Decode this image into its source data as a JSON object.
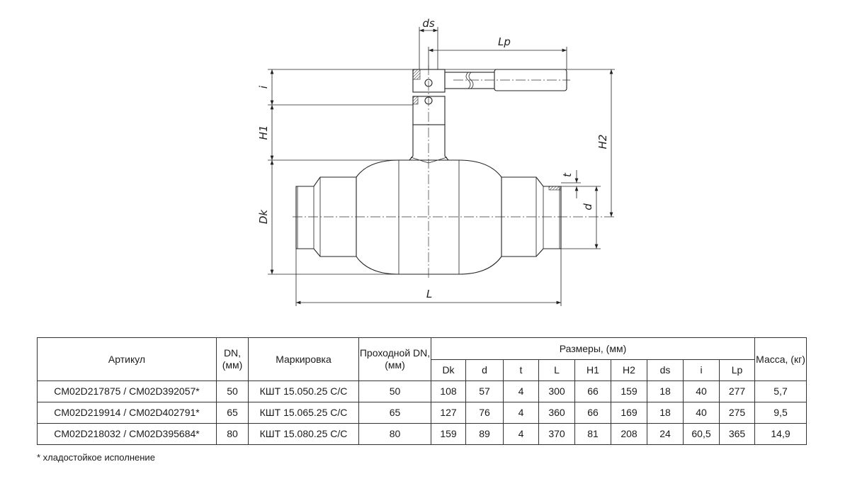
{
  "drawing": {
    "labels": {
      "ds": "ds",
      "lp": "Lp",
      "i": "i",
      "h1": "H1",
      "h2": "H2",
      "dk": "Dk",
      "t": "t",
      "d": "d",
      "l": "L"
    }
  },
  "table": {
    "headers": {
      "article": "Артикул",
      "dn": "DN, (мм)",
      "marking": "Маркировка",
      "bore_dn": "Проходной DN, (мм)",
      "dimensions": "Размеры, (мм)",
      "mass": "Масса, (кг)",
      "dims": [
        "Dk",
        "d",
        "t",
        "L",
        "H1",
        "H2",
        "ds",
        "i",
        "Lp"
      ]
    },
    "rows": [
      {
        "article": "CM02D217875 / CM02D392057*",
        "dn": "50",
        "marking": "КШТ 15.050.25 С/С",
        "bore_dn": "50",
        "dims": [
          "108",
          "57",
          "4",
          "300",
          "66",
          "159",
          "18",
          "40",
          "277"
        ],
        "mass": "5,7"
      },
      {
        "article": "CM02D219914 / CM02D402791*",
        "dn": "65",
        "marking": "КШТ 15.065.25 С/С",
        "bore_dn": "65",
        "dims": [
          "127",
          "76",
          "4",
          "360",
          "66",
          "169",
          "18",
          "40",
          "275"
        ],
        "mass": "9,5"
      },
      {
        "article": "CM02D218032 / CM02D395684*",
        "dn": "80",
        "marking": "КШТ 15.080.25 С/С",
        "bore_dn": "80",
        "dims": [
          "159",
          "89",
          "4",
          "370",
          "81",
          "208",
          "24",
          "60,5",
          "365"
        ],
        "mass": "14,9"
      }
    ]
  },
  "footnote": "* хладостойкое исполнение"
}
